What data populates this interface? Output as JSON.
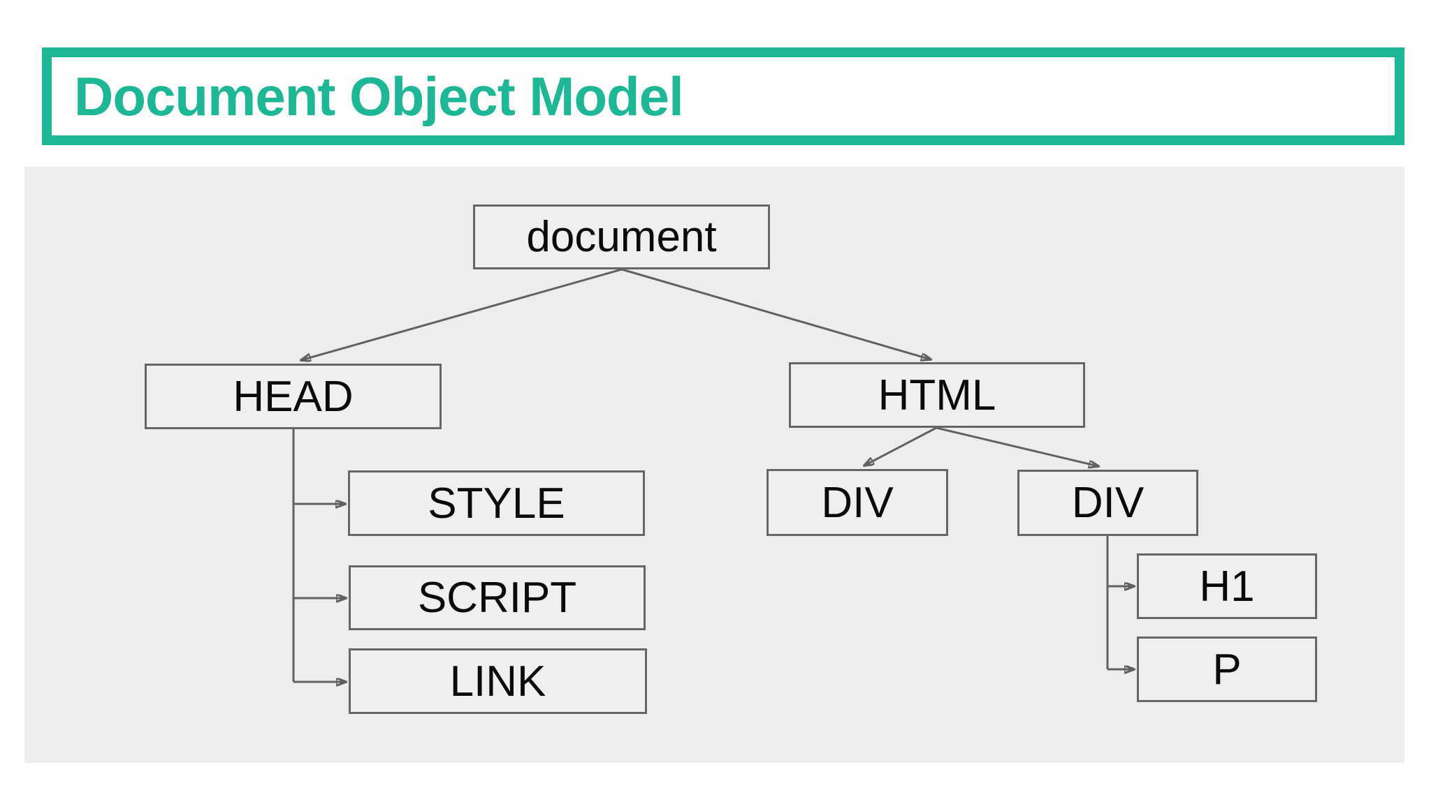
{
  "slide": {
    "title": "Document Object Model"
  },
  "theme": {
    "accent_teal": "#1db795",
    "panel_gray": "#ededed",
    "node_fill": "#efefef",
    "node_border_gray": "#666666",
    "connector_gray": "#616161",
    "node_text_black": "#0a0a0a",
    "page_white": "#ffffff"
  },
  "tree": {
    "nodes": [
      {
        "id": "document",
        "label": "document"
      },
      {
        "id": "head",
        "label": "HEAD"
      },
      {
        "id": "html",
        "label": "HTML"
      },
      {
        "id": "style",
        "label": "STYLE"
      },
      {
        "id": "script",
        "label": "SCRIPT"
      },
      {
        "id": "link",
        "label": "LINK"
      },
      {
        "id": "div-1",
        "label": "DIV"
      },
      {
        "id": "div-2",
        "label": "DIV"
      },
      {
        "id": "h1",
        "label": "H1"
      },
      {
        "id": "p",
        "label": "P"
      }
    ],
    "edges": [
      {
        "from": "document",
        "to": "head"
      },
      {
        "from": "document",
        "to": "html"
      },
      {
        "from": "head",
        "to": "style"
      },
      {
        "from": "head",
        "to": "script"
      },
      {
        "from": "head",
        "to": "link"
      },
      {
        "from": "html",
        "to": "div-1"
      },
      {
        "from": "html",
        "to": "div-2"
      },
      {
        "from": "div-2",
        "to": "h1"
      },
      {
        "from": "div-2",
        "to": "p"
      }
    ]
  }
}
